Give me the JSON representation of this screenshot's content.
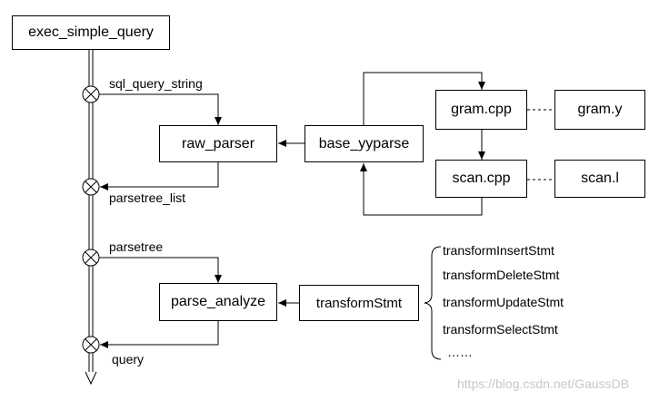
{
  "nodes": {
    "exec_simple_query": "exec_simple_query",
    "raw_parser": "raw_parser",
    "base_yyparse": "base_yyparse",
    "gram_cpp": "gram.cpp",
    "gram_y": "gram.y",
    "scan_cpp": "scan.cpp",
    "scan_l": "scan.l",
    "parse_analyze": "parse_analyze",
    "transformStmt": "transformStmt"
  },
  "edge_labels": {
    "sql_query_string": "sql_query_string",
    "parsetree_list": "parsetree_list",
    "parsetree": "parsetree",
    "query": "query"
  },
  "transform_list": [
    "transformInsertStmt",
    "transformDeleteStmt",
    "transformUpdateStmt",
    "transformSelectStmt",
    "……"
  ],
  "watermark": "https://blog.csdn.net/GaussDB"
}
